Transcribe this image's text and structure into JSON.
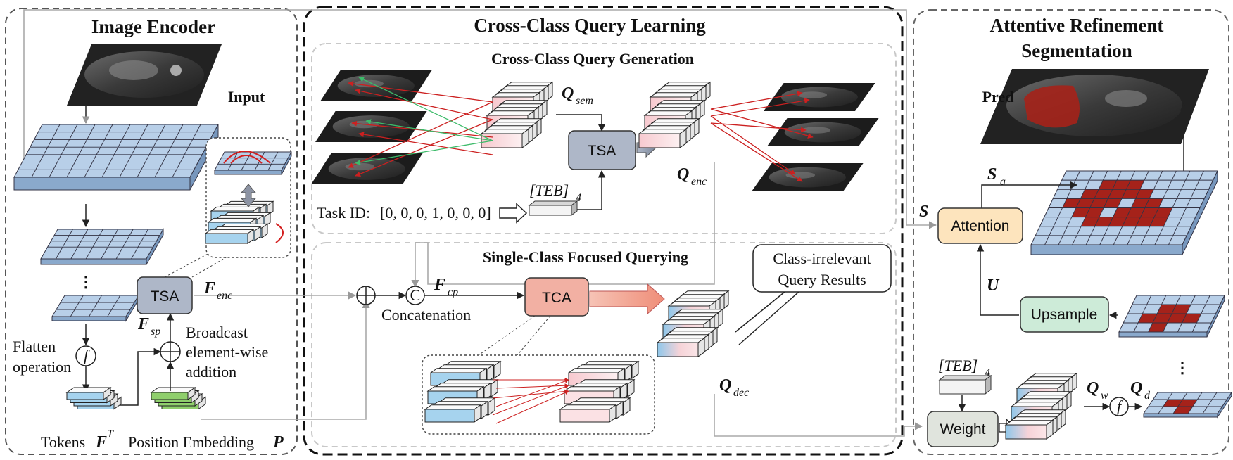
{
  "sections": {
    "encoder": "Image Encoder",
    "query": "Cross-Class Query Learning",
    "refine1": "Attentive Refinement",
    "refine2": "Segmentation",
    "gen": "Cross-Class Query Generation",
    "focus": "Single-Class Focused Querying"
  },
  "labels": {
    "input": "Input",
    "pred": "Pred",
    "flatten1": "Flatten",
    "flatten2": "operation",
    "tokens": "Tokens",
    "pos": "Position Embedding",
    "broadcast1": "Broadcast",
    "broadcast2": "element-wise",
    "broadcast3": "addition",
    "concat": "Concatenation",
    "task_id": "Task ID:",
    "task_vec": "[0, 0, 0, 1, 0, 0, 0]",
    "callout1": "Class-irrelevant",
    "callout2": "Query Results",
    "dots": "⋮"
  },
  "blocks": {
    "tsa1": "TSA",
    "tsa2": "TSA",
    "tca": "TCA",
    "attention": "Attention",
    "upsample": "Upsample",
    "weight": "Weight"
  },
  "symbols": {
    "f_enc": "F",
    "f_enc_sub": "enc",
    "f_sp": "F",
    "f_sp_sub": "sp",
    "f_cp": "F",
    "f_cp_sub": "cp",
    "f_t": "F",
    "f_t_sup": "T",
    "p": "P",
    "q_sem": "Q",
    "q_sem_sub": "sem",
    "q_enc": "Q",
    "q_enc_sub": "enc",
    "q_dec": "Q",
    "q_dec_sub": "dec",
    "q_w": "Q",
    "q_w_sub": "w",
    "q_d": "Q",
    "q_d_sub": "d",
    "s": "S",
    "s_a": "S",
    "s_a_sub": "a",
    "u": "U",
    "teb1": "[TEB]",
    "teb1_sub": "4",
    "teb2": "[TEB]",
    "teb2_sub": "4",
    "f_op": "f",
    "c_op": "C"
  },
  "colors": {
    "block_blue": "#aeb7c8",
    "block_red": "#f2b0a3",
    "block_orange": "#fde4bd",
    "block_green": "#cdebd8",
    "block_grey": "#e0e4dd",
    "grid_blue": "#b8cfe8",
    "token_blue": "#a6d3ee",
    "token_green": "#8fcf6c",
    "pink": "#f8d8dc",
    "mask_red": "#a5221a",
    "arrow_red": "#cc2020",
    "arrow_green": "#3dbb6a"
  }
}
